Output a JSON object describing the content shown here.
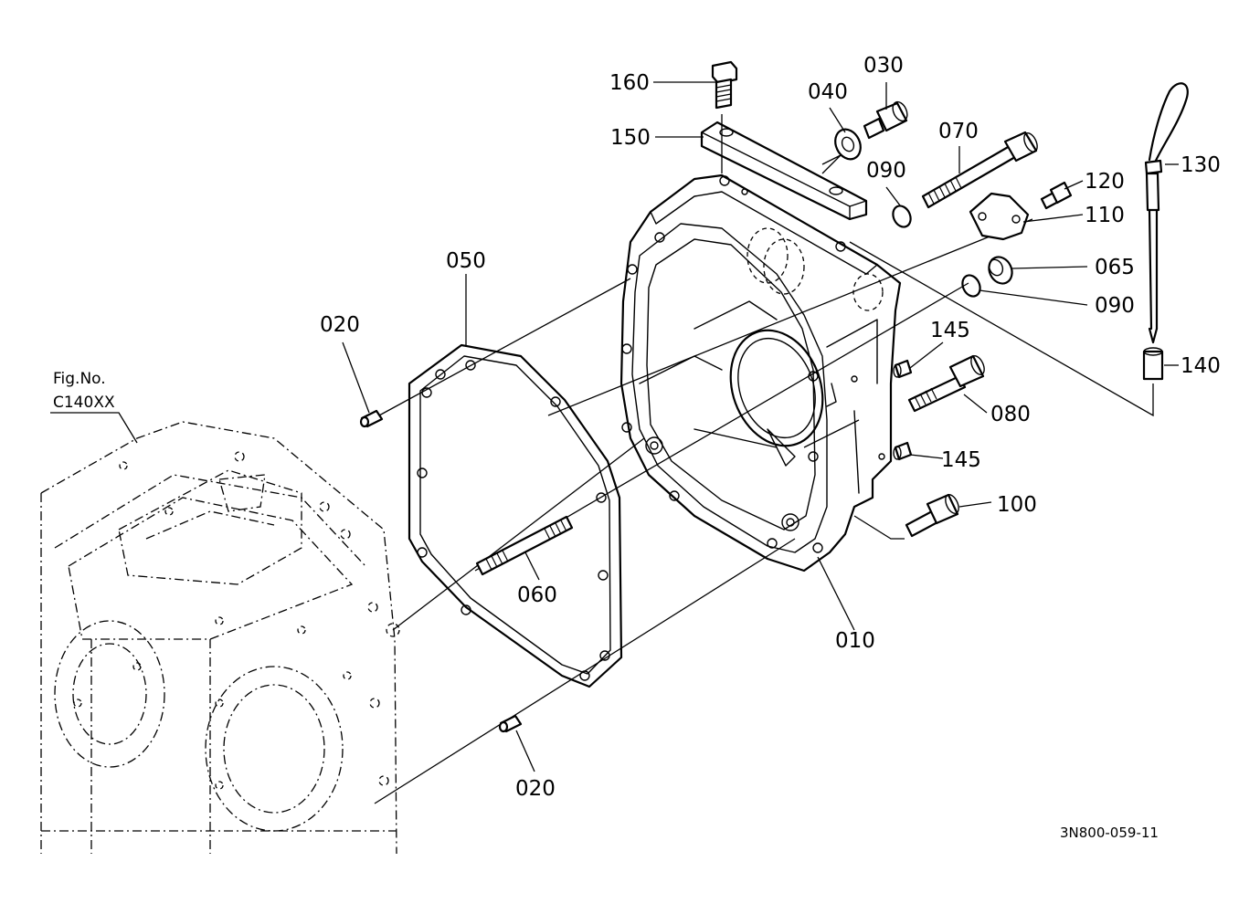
{
  "figure_ref": {
    "line1": "Fig.No.",
    "line2": "C140XX"
  },
  "drawing_code": "3N800-059-11",
  "parts": [
    {
      "id": "160",
      "name": "160"
    },
    {
      "id": "150",
      "name": "150"
    },
    {
      "id": "040",
      "name": "040"
    },
    {
      "id": "030",
      "name": "030"
    },
    {
      "id": "070",
      "name": "070"
    },
    {
      "id": "090a",
      "name": "090"
    },
    {
      "id": "120",
      "name": "120"
    },
    {
      "id": "130",
      "name": "130"
    },
    {
      "id": "110",
      "name": "110"
    },
    {
      "id": "065",
      "name": "065"
    },
    {
      "id": "090b",
      "name": "090"
    },
    {
      "id": "050",
      "name": "050"
    },
    {
      "id": "020a",
      "name": "020"
    },
    {
      "id": "145a",
      "name": "145"
    },
    {
      "id": "140",
      "name": "140"
    },
    {
      "id": "080",
      "name": "080"
    },
    {
      "id": "145b",
      "name": "145"
    },
    {
      "id": "100",
      "name": "100"
    },
    {
      "id": "060",
      "name": "060"
    },
    {
      "id": "010",
      "name": "010"
    },
    {
      "id": "020b",
      "name": "020"
    }
  ]
}
